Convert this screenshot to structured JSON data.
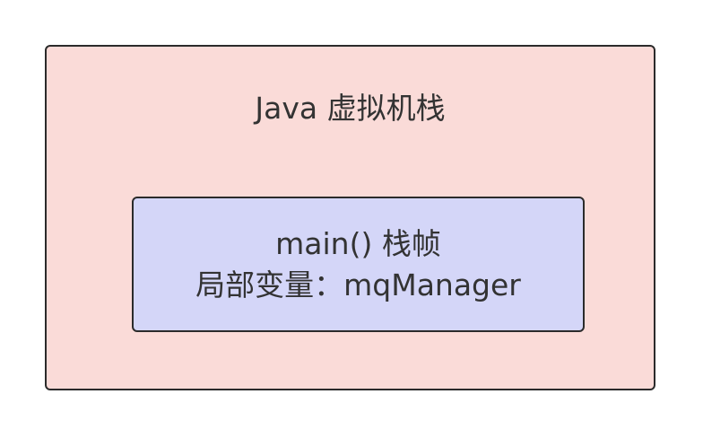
{
  "diagram": {
    "outer": {
      "title": "Java 虚拟机栈"
    },
    "inner": {
      "line1": "main() 栈帧",
      "line2": "局部变量：mqManager"
    }
  },
  "colors": {
    "outer_fill": "#fadbd8",
    "inner_fill": "#d4d6f8",
    "stroke": "#2b2b2b",
    "text": "#333333"
  }
}
